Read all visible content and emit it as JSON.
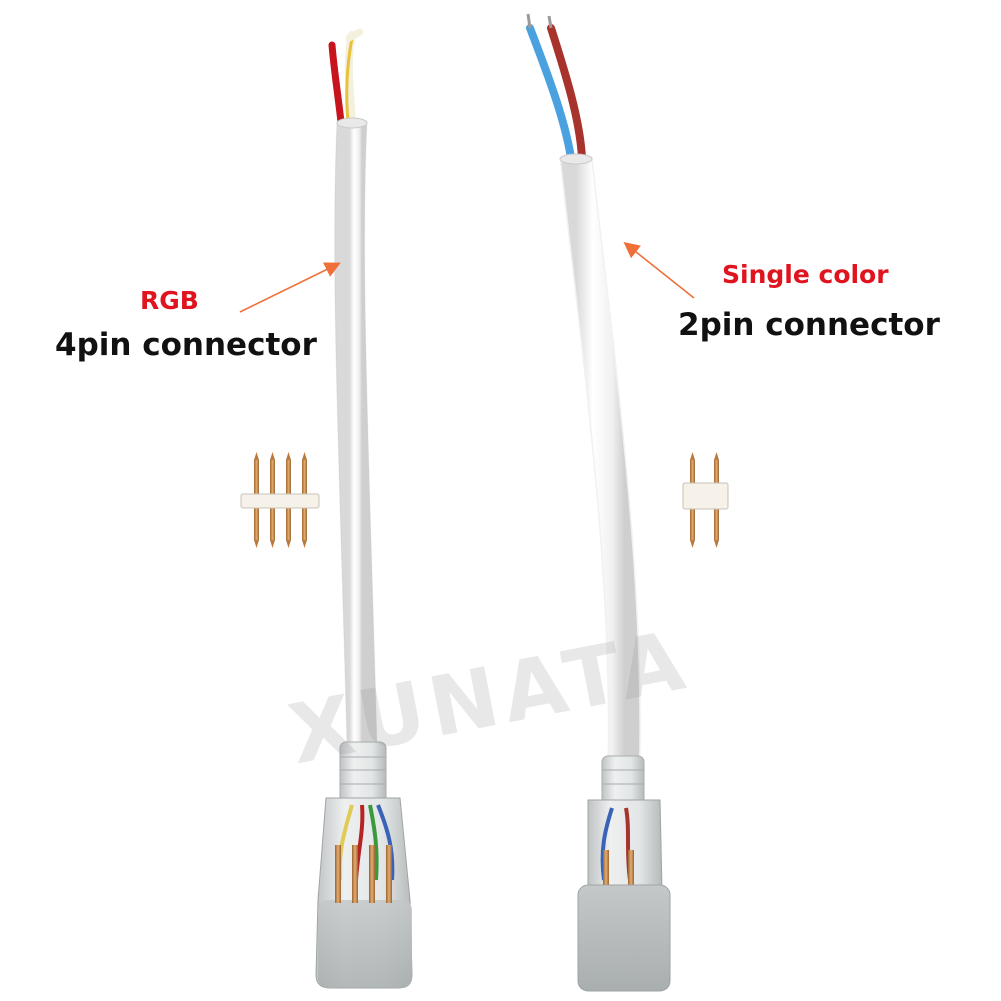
{
  "left_product": {
    "type_label": "RGB",
    "connector_label": "4pin connector"
  },
  "right_product": {
    "type_label": "Single color",
    "connector_label": "2pin connector"
  },
  "watermark": "XUNATA",
  "colors": {
    "type_label": "#e0141e",
    "connector_label": "#111111",
    "arrow": "#f0703a",
    "cable_jacket": "#f2f2f2",
    "pin": "#c98a4e"
  }
}
